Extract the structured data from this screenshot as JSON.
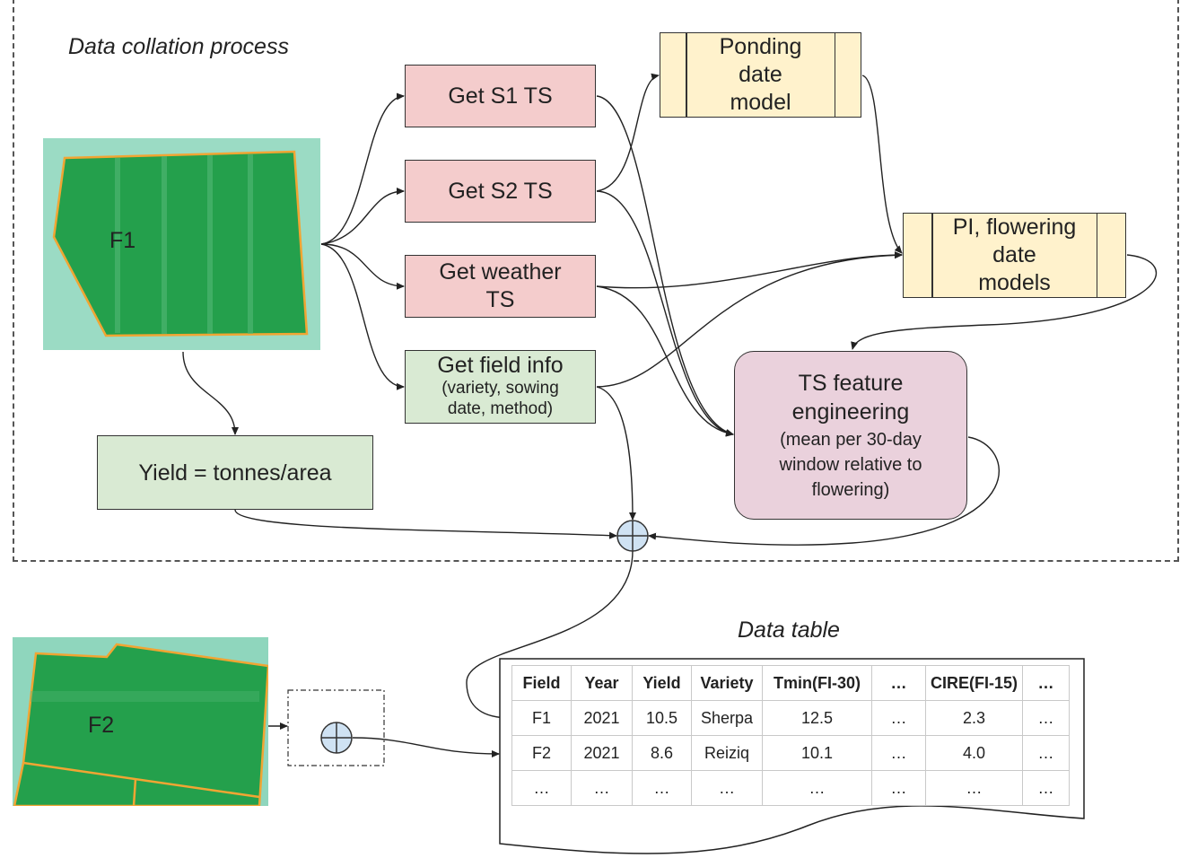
{
  "titles": {
    "process": "Data collation process",
    "table": "Data table"
  },
  "fields": {
    "f1": "F1",
    "f2": "F2"
  },
  "boxes": {
    "s1": "Get S1 TS",
    "s2": "Get S2 TS",
    "weather_line1": "Get weather",
    "weather_line2": "TS",
    "field_main": "Get field info",
    "field_sub_line1": "(variety, sowing",
    "field_sub_line2": "date, method)",
    "yield": "Yield = tonnes/area",
    "ponding_line1": "Ponding",
    "ponding_line2": "date",
    "ponding_line3": "model",
    "pi_line1": "PI, flowering",
    "pi_line2": "date",
    "pi_line3": "models",
    "ts_line1": "TS feature",
    "ts_line2": "engineering",
    "ts_sub_line1": "(mean per 30-day",
    "ts_sub_line2": "window relative to",
    "ts_sub_line3": "flowering)"
  },
  "table": {
    "headers": [
      "Field",
      "Year",
      "Yield",
      "Variety",
      "Tmin(FI-30)",
      "…",
      "CIRE(FI-15)",
      "…"
    ],
    "rows": [
      [
        "F1",
        "2021",
        "10.5",
        "Sherpa",
        "12.5",
        "…",
        "2.3",
        "…"
      ],
      [
        "F2",
        "2021",
        "8.6",
        "Reiziq",
        "10.1",
        "…",
        "4.0",
        "…"
      ],
      [
        "…",
        "…",
        "…",
        "…",
        "…",
        "…",
        "…",
        "…"
      ]
    ]
  },
  "colors": {
    "pink": "#f4cccc",
    "green": "#d9ead3",
    "yellow": "#fff2cc",
    "mauve": "#ead1dc",
    "combine": "#cfe2f3",
    "field_green": "#2f9e4f",
    "field_outline": "#f1a533"
  },
  "icons": {
    "combine": "circle-plus-icon"
  }
}
